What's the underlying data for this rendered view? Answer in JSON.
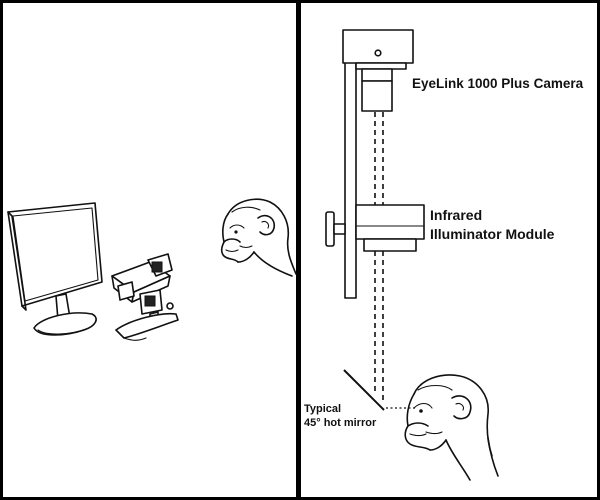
{
  "labels": {
    "camera": "EyeLink 1000 Plus Camera",
    "illuminator_line1": "Infrared",
    "illuminator_line2": "Illuminator Module",
    "mirror_line1": "Typical",
    "mirror_line2": "45° hot mirror"
  },
  "icons": {
    "left_panel": [
      "monitor-icon",
      "eye-tracker-camera-icon",
      "monkey-head-icon"
    ],
    "right_panel": [
      "camera-mount-icon",
      "illuminator-icon",
      "hot-mirror-icon",
      "monkey-head-icon"
    ]
  },
  "colors": {
    "ink": "#111111",
    "background": "#ffffff",
    "frame": "#000000"
  }
}
